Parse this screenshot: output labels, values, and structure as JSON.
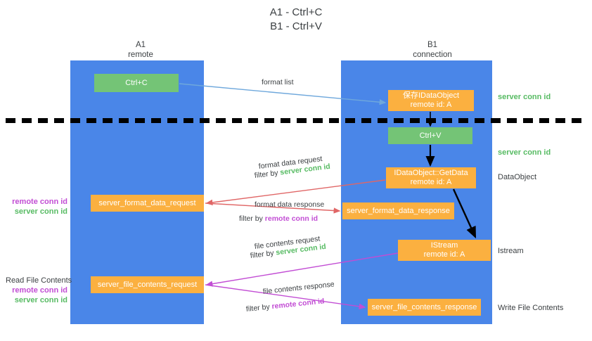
{
  "title": "A1 - Ctrl+C\nB1 - Ctrl+V",
  "columns": {
    "left": "A1\nremote",
    "right": "B1\nconnection"
  },
  "boxes": {
    "ctrl_c": "Ctrl+C",
    "idataobject": "保存IDataObject\nremote id: A",
    "ctrl_v": "Ctrl+V",
    "getdata": "IDataObject::GetData\nremote id: A",
    "istream": "IStream\nremote id: A",
    "server_format_data_request": "server_format_data_request",
    "server_format_data_response": "server_format_data_response",
    "server_file_contents_request": "server_file_contents_request",
    "server_file_contents_response": "server_file_contents_response"
  },
  "side_labels": {
    "server_conn_id_top": "server conn id",
    "server_conn_id_mid": "server conn id",
    "dataobject": "DataObject",
    "istream": "Istream",
    "write_file_contents": "Write File Contents",
    "read_file_contents": "Read File Contents",
    "remote_conn_id": "remote conn id",
    "server_conn_id": "server conn id"
  },
  "captions": {
    "format_list": "format list",
    "format_data_request": "format data request",
    "filter_by": "filter by ",
    "server_conn_id": "server conn id",
    "remote_conn_id": "remote conn id",
    "format_data_response": "format data response",
    "file_contents_request": "file contents request",
    "file_contents_response": "file contents response"
  },
  "colors": {
    "lane": "#4a86e8",
    "green_box": "#74c476",
    "orange_box": "#fbb040",
    "green_text": "#57bb63",
    "magenta_text": "#c24dd4",
    "arrow_blue": "#6fa8dc",
    "arrow_red": "#e06666",
    "arrow_magenta": "#c24dd4",
    "arrow_black": "#000000"
  }
}
